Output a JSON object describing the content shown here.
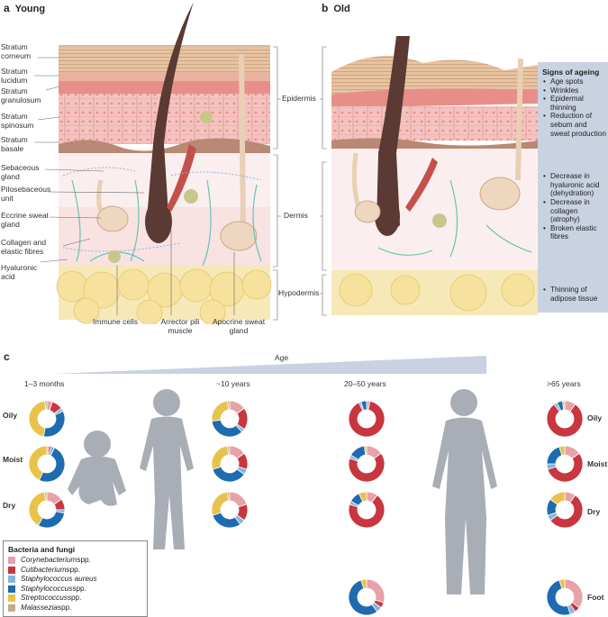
{
  "panels": {
    "a": {
      "letter": "a",
      "title": "Young"
    },
    "b": {
      "letter": "b",
      "title": "Old"
    },
    "c": {
      "letter": "c"
    }
  },
  "layers_left": [
    "Stratum corneum",
    "Stratum lucidum",
    "Stratum granulosum",
    "Stratum spinosum",
    "Stratum basale",
    "Sebaceous gland",
    "Pilosebaceous unit",
    "Eccrine sweat gland",
    "Collagen and elastic fibres",
    "Hyaluronic acid"
  ],
  "regions": {
    "epidermis": "Epidermis",
    "dermis": "Dermis",
    "hypodermis": "Hypodermis"
  },
  "bottom_labels": {
    "immune": "Immune cells",
    "arrector": "Arrector pili muscle",
    "apocrine": "Apocrine sweat gland"
  },
  "ageing": {
    "title": "Signs of ageing",
    "epidermis": [
      "Age spots",
      "Wrinkles",
      "Epidermal thinning",
      "Reduction of sebum and sweat production"
    ],
    "dermis": [
      "Decrease in hyaluronic acid (dehydration)",
      "Decrease in collagen (atrophy)",
      "Broken elastic fibres"
    ],
    "hypodermis": [
      "Thinning of adipose tissue"
    ]
  },
  "age_axis": {
    "label": "Age"
  },
  "age_groups": [
    "1–3 months",
    "~10 years",
    "20–50 years",
    ">65 years"
  ],
  "sites": {
    "oily": "Oily",
    "moist": "Moist",
    "dry": "Dry",
    "foot": "Foot"
  },
  "legend": {
    "title": "Bacteria and fungi",
    "items": [
      {
        "genus": "Corynebacterium",
        "suffix": " spp.",
        "color": "#e8a1a8"
      },
      {
        "genus": "Cutibacterium",
        "suffix": " spp.",
        "color": "#c8363f"
      },
      {
        "genus": "Staphylococcus aureus",
        "suffix": "",
        "color": "#7fb7dc"
      },
      {
        "genus": "Staphylococcus",
        "suffix": " spp.",
        "color": "#1e6bb0"
      },
      {
        "genus": "Streptococcus",
        "suffix": " spp.",
        "color": "#e8c24a"
      },
      {
        "genus": "Malassezia",
        "suffix": " spp.",
        "color": "#bcb08a"
      }
    ]
  },
  "chart_data": {
    "type": "pie",
    "categories": [
      "Corynebacterium spp.",
      "Cutibacterium spp.",
      "Staphylococcus aureus",
      "Staphylococcus spp.",
      "Streptococcus spp.",
      "Malassezia spp."
    ],
    "colors": [
      "#e8a1a8",
      "#c8363f",
      "#7fb7dc",
      "#1e6bb0",
      "#e8c24a",
      "#bcb08a"
    ],
    "donuts": [
      {
        "age": "1–3 months",
        "site": "Oily",
        "values": [
          5,
          10,
          3,
          35,
          45,
          2
        ]
      },
      {
        "age": "1–3 months",
        "site": "Moist",
        "values": [
          2,
          2,
          3,
          50,
          43,
          0
        ]
      },
      {
        "age": "1–3 months",
        "site": "Dry",
        "values": [
          15,
          10,
          3,
          30,
          40,
          2
        ]
      },
      {
        "age": "~10 years",
        "site": "Oily",
        "values": [
          15,
          20,
          3,
          35,
          25,
          2
        ]
      },
      {
        "age": "~10 years",
        "site": "Moist",
        "values": [
          15,
          15,
          5,
          35,
          28,
          2
        ]
      },
      {
        "age": "~10 years",
        "site": "Dry",
        "values": [
          20,
          15,
          5,
          30,
          28,
          2
        ]
      },
      {
        "age": "20–50 years",
        "site": "Oily",
        "values": [
          3,
          90,
          2,
          5,
          0,
          0
        ]
      },
      {
        "age": "20–50 years",
        "site": "Moist",
        "values": [
          15,
          65,
          3,
          15,
          2,
          0
        ]
      },
      {
        "age": "20–50 years",
        "site": "Dry",
        "values": [
          10,
          70,
          3,
          10,
          7,
          0
        ]
      },
      {
        "age": "20–50 years",
        "site": "Foot",
        "values": [
          30,
          5,
          5,
          55,
          5,
          0
        ]
      },
      {
        "age": ">65 years",
        "site": "Oily",
        "values": [
          10,
          80,
          3,
          5,
          2,
          0
        ]
      },
      {
        "age": ">65 years",
        "site": "Moist",
        "values": [
          15,
          55,
          5,
          20,
          5,
          0
        ]
      },
      {
        "age": ">65 years",
        "site": "Dry",
        "values": [
          10,
          55,
          5,
          15,
          15,
          0
        ]
      },
      {
        "age": ">65 years",
        "site": "Foot",
        "values": [
          35,
          5,
          5,
          50,
          5,
          0
        ]
      }
    ]
  }
}
